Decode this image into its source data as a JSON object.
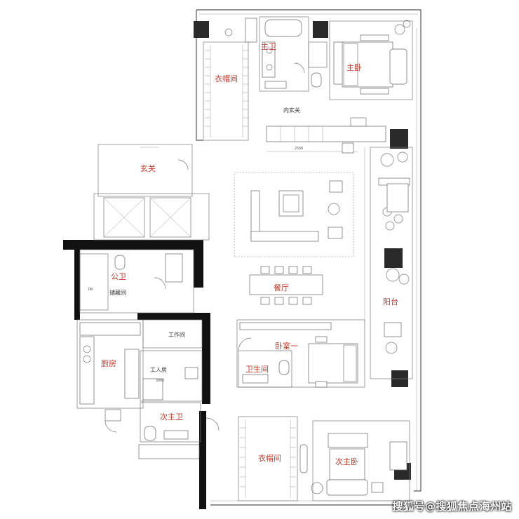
{
  "rooms": {
    "master_bath": "主卫",
    "master_bedroom": "主卧",
    "wardrobe_top": "衣帽间",
    "inner_foyer": "内玄关",
    "foyer": "玄关",
    "public_bath": "公卫",
    "storage": "储藏间",
    "dining": "餐厅",
    "balcony": "阳台",
    "bedroom_one": "卧室一",
    "bathroom": "卫生间",
    "utility": "工作间",
    "maid_room": "工人房",
    "kitchen": "厨房",
    "second_master_bath": "次主卫",
    "wardrobe_bottom": "衣帽间",
    "second_master_bedroom": "次主卧"
  },
  "annotations": {
    "dim_2500": "2500",
    "dim_3000": "3000",
    "dn": "DN"
  },
  "watermark": "搜狐号@搜狐焦点海州站",
  "colors": {
    "wall_fill": "#111111",
    "label": "#c0392b",
    "line": "#555555"
  }
}
